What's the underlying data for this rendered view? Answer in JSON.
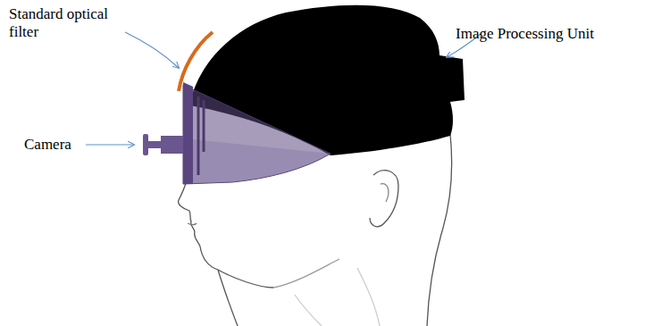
{
  "diagram": {
    "labels": [
      "Standard optical filter",
      "Image Processing Unit",
      "Camera"
    ]
  }
}
